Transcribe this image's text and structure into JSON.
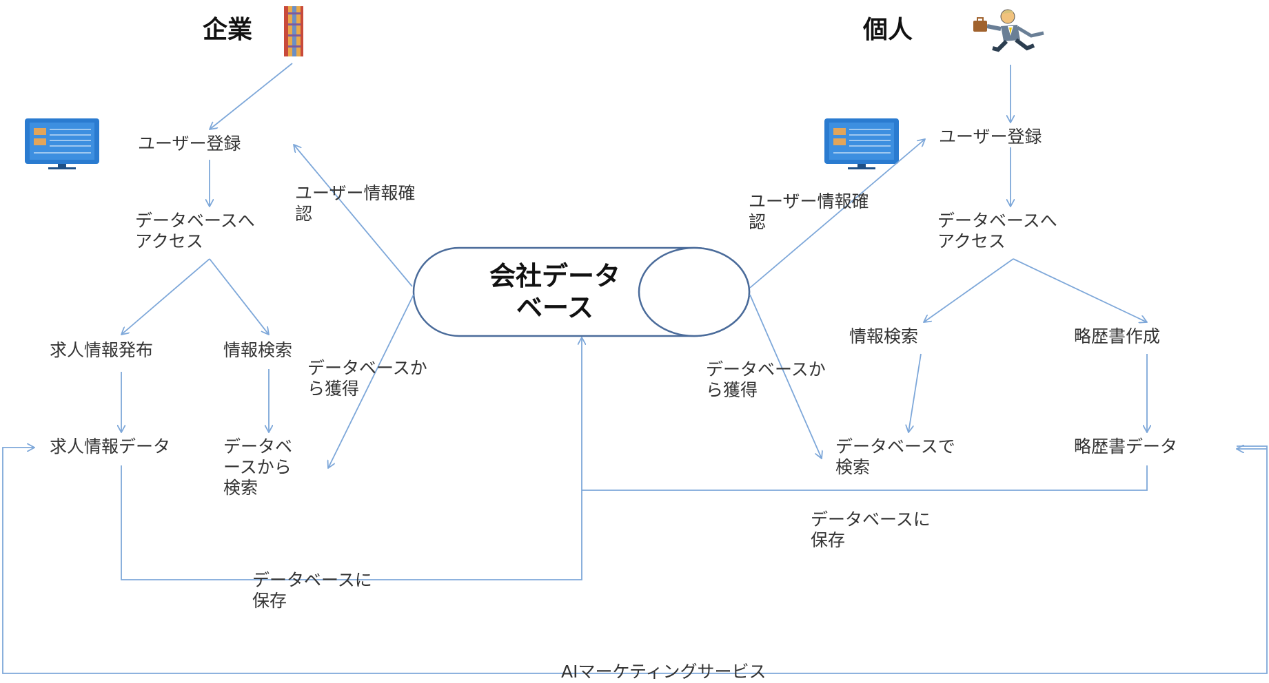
{
  "headers": {
    "company": "企業",
    "individual": "個人"
  },
  "database": {
    "title": "会社データ\nベース"
  },
  "company_flow": {
    "register": "ユーザー登録",
    "access": "データベースへ\nアクセス",
    "post_jobs": "求人情報発布",
    "search": "情報検索",
    "job_data": "求人情報データ",
    "db_search": "データベ\nースから\n検索",
    "confirm_user": "ユーザー情報確\n認",
    "get_from_db": "データベースか\nら獲得",
    "save_to_db": "データベースに\n保存"
  },
  "individual_flow": {
    "register": "ユーザー登録",
    "access": "データベースへ\nアクセス",
    "search": "情報検索",
    "make_resume": "略歴書作成",
    "db_search": "データベースで\n検索",
    "resume_data": "略歴書データ",
    "confirm_user": "ユーザー情報確\n認",
    "get_from_db": "データベースか\nら獲得",
    "save_to_db": "データベースに\n保存"
  },
  "footer": {
    "service": "AIマーケティングサービス"
  },
  "colors": {
    "arrow": "#7da7d9",
    "db_outline": "#4a6b9a",
    "monitor": "#2a7bd0"
  },
  "icons": [
    "building-icon",
    "businessman-icon",
    "monitor-icon"
  ]
}
